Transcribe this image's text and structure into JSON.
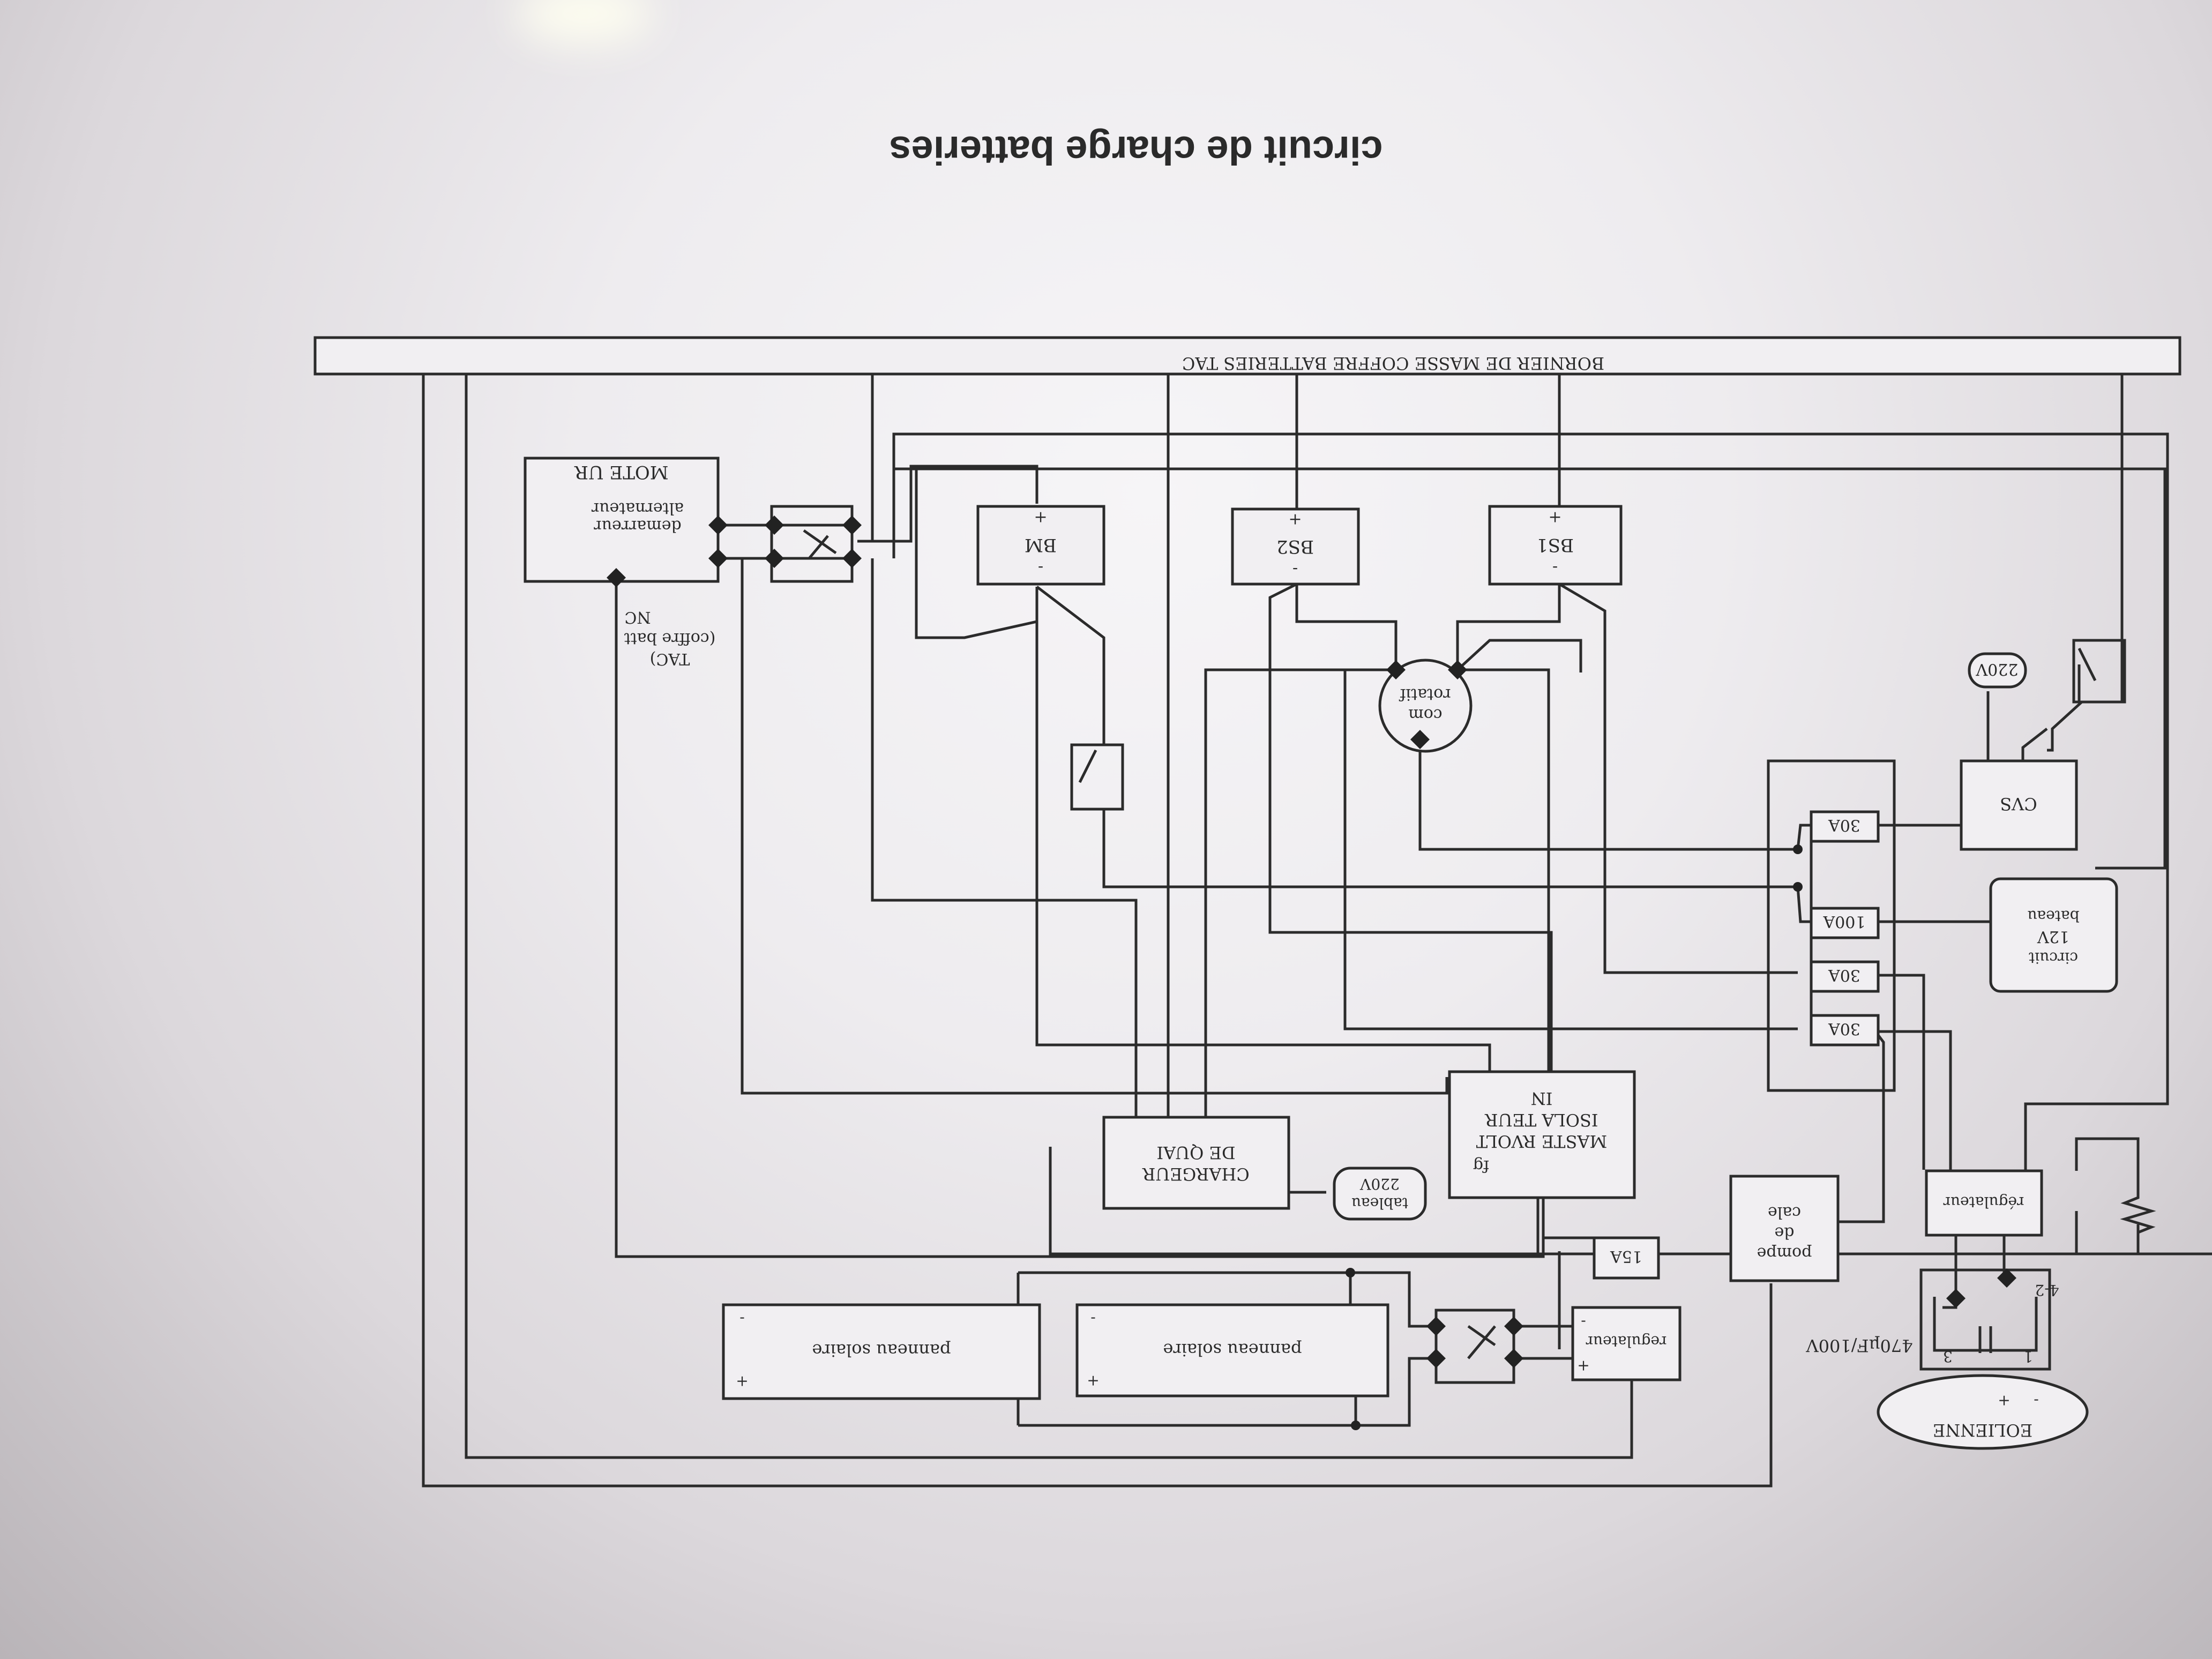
{
  "title": "circuit de charge batteries",
  "labels": {
    "bornier": "BORNIER DE MASSE COFFRE BATTERIES TAC",
    "moteur": "MOTE UR",
    "alternateur_line1": "alternateur",
    "alternateur_line2": "demarreur",
    "bm": "BM",
    "bs2": "BS2",
    "bs1": "BS1",
    "nc_line1": "NC",
    "nc_line2": "(coffre batt",
    "nc_line3": "TAC)",
    "com_line1": "com",
    "com_line2": "rotatif",
    "v220_a": "220V",
    "cvs": "CVS",
    "f30_a": "30A",
    "f100": "100A",
    "f30_b": "30A",
    "f30_c": "30A",
    "circuit_line1": "circuit",
    "circuit_line2": "12V",
    "circuit_line3": "bateau",
    "chargeur_line1": "CHARGEUR",
    "chargeur_line2": "DE QUAI",
    "tableau_line1": "tableau",
    "tableau_line2": "220V",
    "isolateur_line1": "IN",
    "isolateur_line2": "ISOLA TEUR",
    "isolateur_line3": "MASTE RVOLT",
    "isolateur_line4": "fg",
    "pompe_line1": "pompe",
    "pompe_line2": "de",
    "pompe_line3": "cale",
    "regulateur_eol": "régulateur",
    "f15": "15A",
    "regulateur_sol": "regulateur",
    "panneau_1": "panneau solaire",
    "panneau_2": "panneau solaire",
    "capacitor": "470µF/100V",
    "pin_3": "3",
    "pin_1": "1",
    "pin_42": "4-2",
    "eolienne": "EOLIENNE",
    "plus": "+",
    "minus": "-"
  }
}
